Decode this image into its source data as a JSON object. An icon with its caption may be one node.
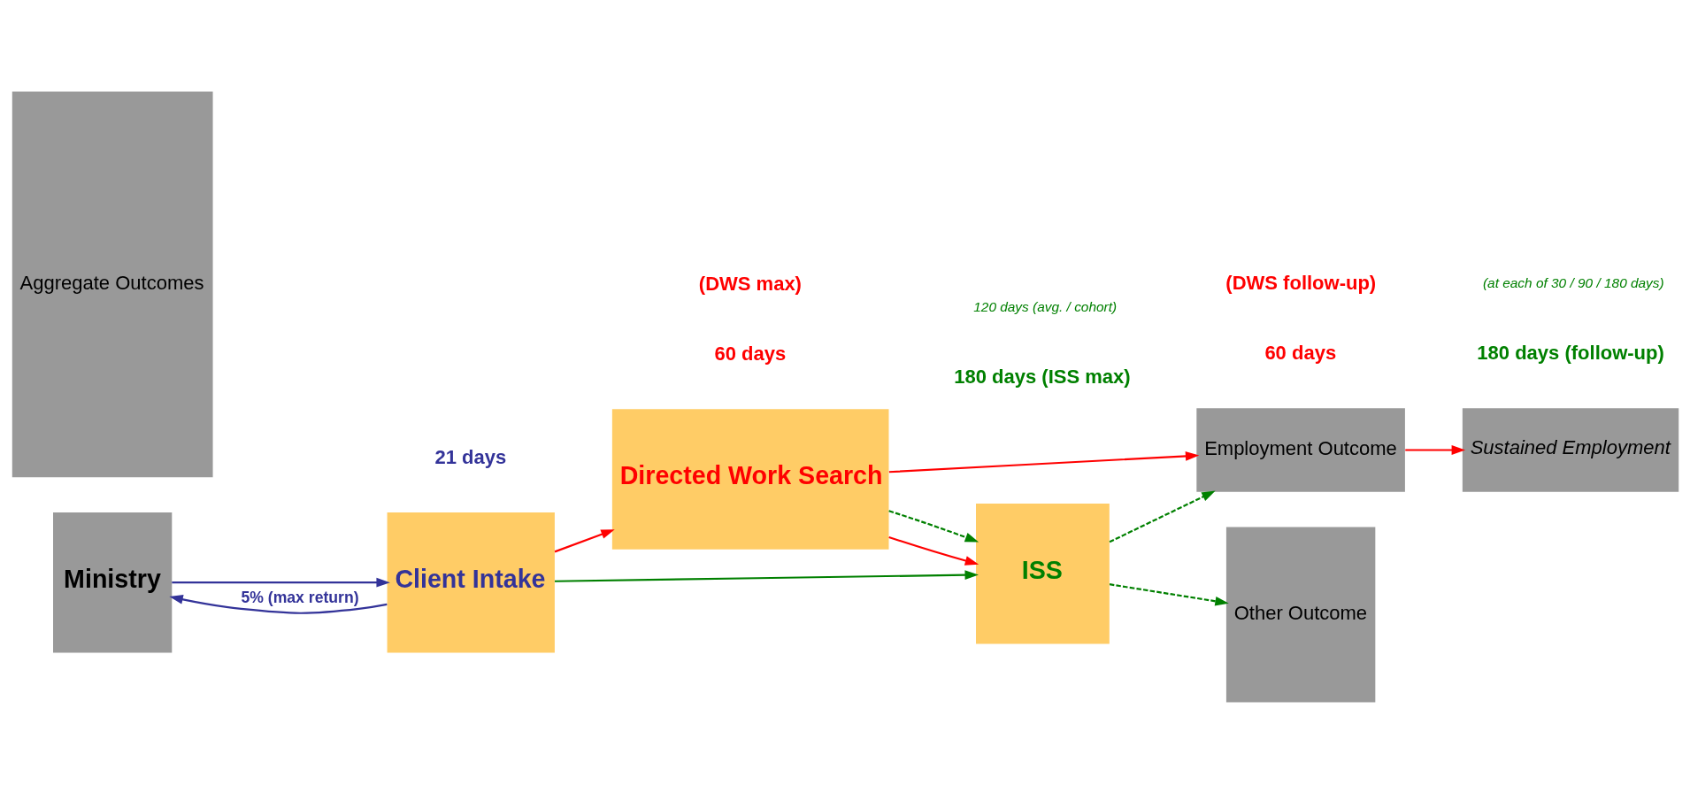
{
  "diagram": {
    "nodes": [
      {
        "text": [
          "Ministry"
        ]
      },
      {
        "text": [
          "Client Intake"
        ]
      },
      {
        "text": [
          "Directed Work Search"
        ]
      },
      {
        "text": [
          "Employment Outcome"
        ]
      },
      {
        "text": [
          "Sustained Employment"
        ]
      },
      {
        "text": [
          "ISS"
        ]
      },
      {
        "text": [
          "Other Outcome"
        ]
      },
      {
        "text": [
          "Aggregate Outcomes"
        ]
      }
    ],
    "edges": [
      {
        "from": 0,
        "to": 1,
        "arrow": "to",
        "color": "#333399"
      },
      {
        "from": 1,
        "to": 0,
        "arrow": "to",
        "label": "5% (max return)",
        "color": "#333399"
      },
      {
        "from": 1,
        "to": 2,
        "arrow": "to"
      },
      {
        "from": 2,
        "to": 3,
        "arrow": "to"
      },
      {
        "from": 2,
        "to": 5,
        "arrow": "to"
      },
      {
        "from": 3,
        "to": 4,
        "arrow": "to"
      },
      {
        "from": 5,
        "to": 6,
        "arrow": "to",
        "style": "dashed",
        "color": "#008000"
      },
      {
        "from": 5,
        "to": 3,
        "arrow": "to",
        "style": "dashed",
        "color": "#008000"
      },
      {
        "from": 1,
        "to": 5,
        "arrow": "to",
        "color": "#008000"
      },
      {
        "from": 2,
        "to": 5,
        "arrow": "to",
        "style": "dashed",
        "color": "#008000"
      }
    ],
    "labels": [
      "60 days",
      "60 days",
      "(DWS max)",
      "(DWS follow-up)",
      "21 days",
      "180 days (ISS max)",
      "180 days (follow-up)",
      "120 days (avg. / cohort)",
      "(at each of 30 / 90 / 180 days)"
    ]
  }
}
